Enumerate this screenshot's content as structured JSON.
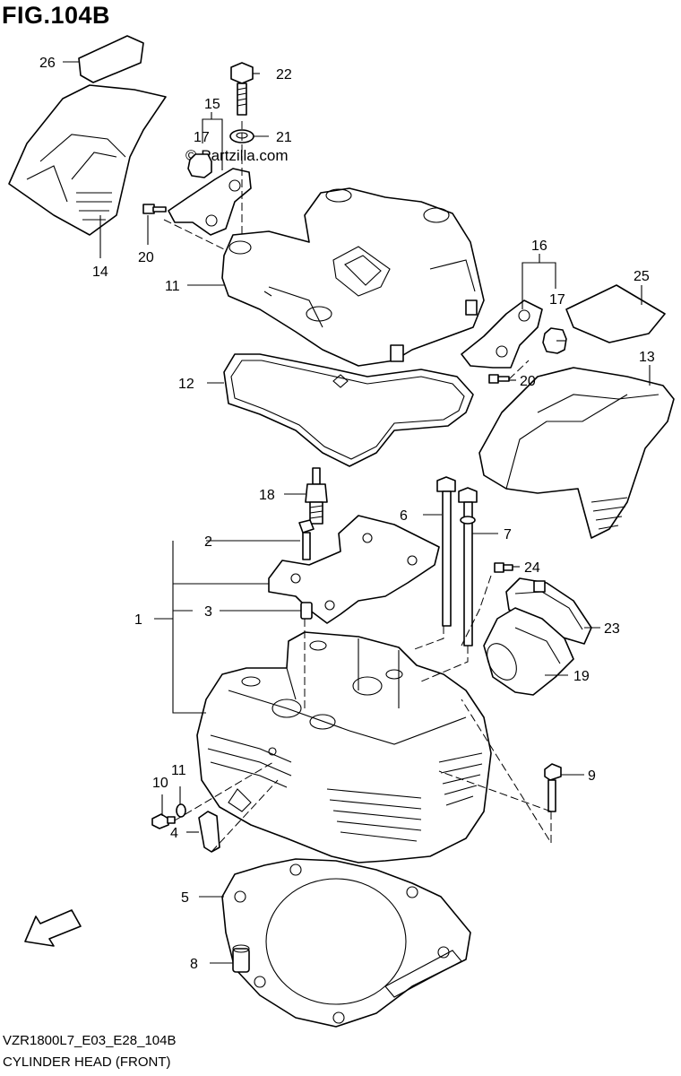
{
  "header": {
    "figure_title": "FIG.104B"
  },
  "watermark": "© Partzilla.com",
  "fwd_label": "FWD",
  "footer": {
    "code": "VZR1800L7_E03_E28_104B",
    "name": "CYLINDER HEAD (FRONT)"
  },
  "callouts": [
    {
      "id": "c1",
      "text": "1"
    },
    {
      "id": "c2",
      "text": "2"
    },
    {
      "id": "c3",
      "text": "3"
    },
    {
      "id": "c4",
      "text": "4"
    },
    {
      "id": "c5",
      "text": "5"
    },
    {
      "id": "c6",
      "text": "6"
    },
    {
      "id": "c7",
      "text": "7"
    },
    {
      "id": "c8",
      "text": "8"
    },
    {
      "id": "c9",
      "text": "9"
    },
    {
      "id": "c10",
      "text": "10"
    },
    {
      "id": "c11",
      "text": "11"
    },
    {
      "id": "c12",
      "text": "12"
    },
    {
      "id": "c13",
      "text": "13"
    },
    {
      "id": "c14",
      "text": "14"
    },
    {
      "id": "c15",
      "text": "15"
    },
    {
      "id": "c16a",
      "text": "16"
    },
    {
      "id": "c16b",
      "text": "16"
    },
    {
      "id": "c17a",
      "text": "17"
    },
    {
      "id": "c17b",
      "text": "17"
    },
    {
      "id": "c18",
      "text": "18"
    },
    {
      "id": "c19",
      "text": "19"
    },
    {
      "id": "c20a",
      "text": "20"
    },
    {
      "id": "c20b",
      "text": "20"
    },
    {
      "id": "c21",
      "text": "21"
    },
    {
      "id": "c22",
      "text": "22"
    },
    {
      "id": "c23",
      "text": "23"
    },
    {
      "id": "c24",
      "text": "24"
    },
    {
      "id": "c25",
      "text": "25"
    },
    {
      "id": "c26",
      "text": "26"
    }
  ]
}
